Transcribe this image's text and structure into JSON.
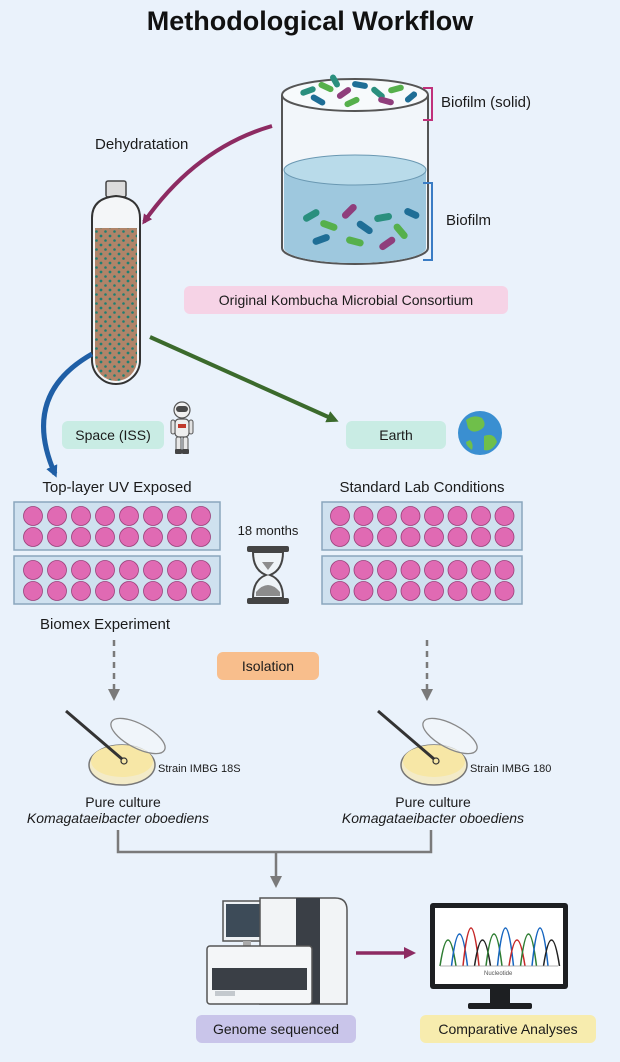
{
  "title": "Methodological Workflow",
  "labels": {
    "biofilm_solid": "Biofilm (solid)",
    "biofilm": "Biofilm",
    "dehydratation": "Dehydratation",
    "original_consortium": "Original Kombucha Microbial Consortium",
    "space": "Space (ISS)",
    "earth": "Earth",
    "top_layer": "Top-layer UV Exposed",
    "standard_lab": "Standard Lab Conditions",
    "months": "18 months",
    "biomex": "Biomex Experiment",
    "isolation": "Isolation",
    "strain_left": "Strain IMBG 18S",
    "strain_right": "Strain IMBG 180",
    "pure_culture": "Pure culture",
    "species": "Komagataeibacter oboediens",
    "genome": "Genome sequenced",
    "comparative": "Comparative Analyses",
    "nucleotide": "Nucleotide"
  },
  "colors": {
    "background": "#eaf2fb",
    "arrow_purple": "#8d2b62",
    "arrow_green": "#3b6a2c",
    "arrow_blue": "#1f5fa6",
    "well_pink": "#e06ab3",
    "bracket_pink": "#c0307a",
    "bracket_blue": "#3a7cc4"
  },
  "icons": [
    "astronaut-icon",
    "earth-globe-icon",
    "hourglass-icon",
    "petri-dish-icon",
    "sequencer-icon",
    "monitor-chromatogram-icon"
  ]
}
